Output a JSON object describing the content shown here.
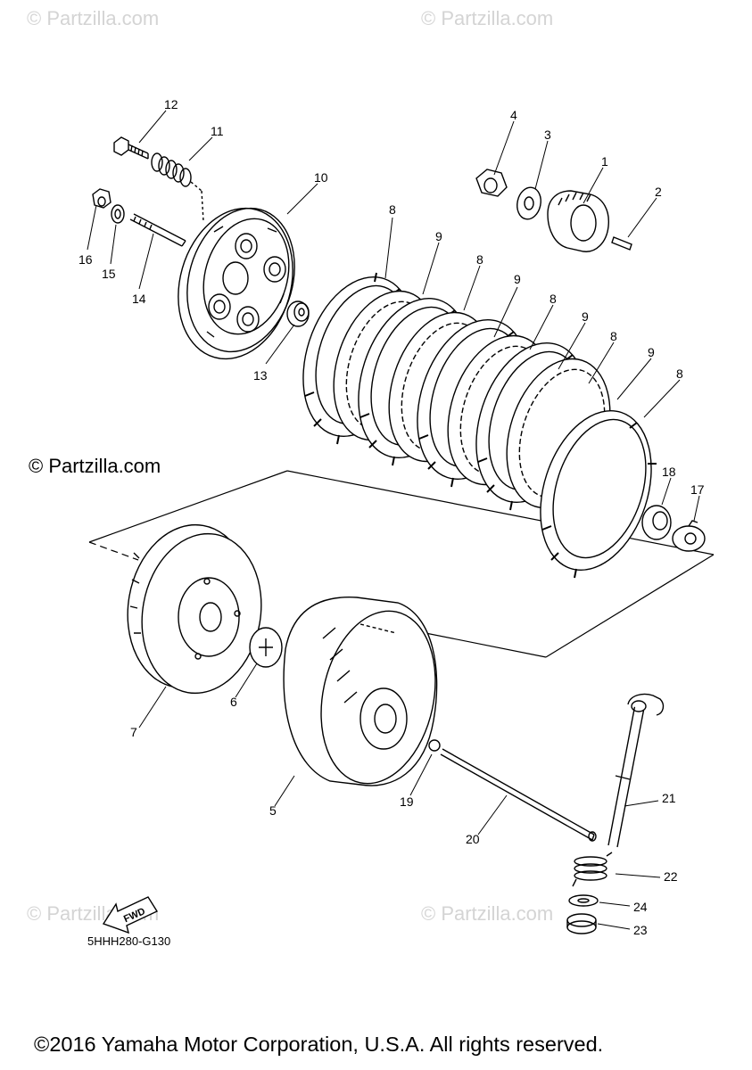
{
  "watermarks": {
    "top_left": "© Partzilla.com",
    "top_right": "© Partzilla.com",
    "middle_left": "© Partzilla.com",
    "bottom_left": "© Partzilla.com",
    "bottom_right": "© Partzilla.com"
  },
  "diagram_code": "5HHH280-G130",
  "copyright": "©2016 Yamaha Motor Corporation, U.S.A. All rights reserved.",
  "fwd_label": "FWD",
  "callouts": [
    "12",
    "11",
    "10",
    "16",
    "15",
    "14",
    "13",
    "4",
    "3",
    "1",
    "2",
    "8",
    "9",
    "8",
    "9",
    "8",
    "9",
    "8",
    "9",
    "8",
    "18",
    "17",
    "7",
    "6",
    "5",
    "19",
    "20",
    "21",
    "22",
    "24",
    "23"
  ]
}
